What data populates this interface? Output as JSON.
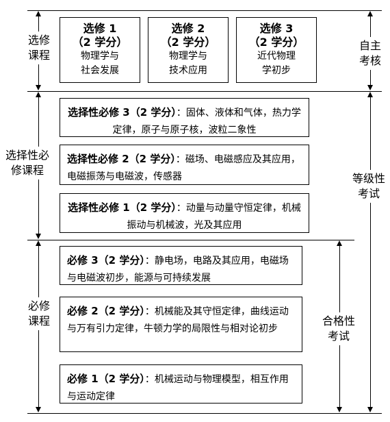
{
  "sections": {
    "elective": "选修\n课程",
    "selective_required": "选择性必\n修课程",
    "required": "必修\n课程"
  },
  "assessments": {
    "self": "自主\n考核",
    "graded": "等级性\n考试",
    "pass": "合格性\n考试"
  },
  "elective_boxes": [
    {
      "title": "选修 1",
      "credit": "（2 学分）",
      "l1": "物理学与",
      "l2": "社会发展"
    },
    {
      "title": "选修 2",
      "credit": "（2 学分）",
      "l1": "物理学与",
      "l2": "技术应用"
    },
    {
      "title": "选修 3",
      "credit": "（2 学分）",
      "l1": "近代物理",
      "l2": "学初步"
    }
  ],
  "selective_boxes": [
    {
      "title": "选择性必修 3（2 学分）",
      "content": "：固体、液体和气体，热力学定律，原子与原子核，波粒二象性"
    },
    {
      "title": "选择性必修 2（2 学分）",
      "content": "：磁场、电磁感应及其应用，电磁振荡与电磁波，传感器"
    },
    {
      "title": "选择性必修 1（2 学分）",
      "content": "：动量与动量守恒定律，机械振动与机械波，光及其应用"
    }
  ],
  "required_boxes": [
    {
      "title": "必修 3（2 学分）",
      "content": "：静电场，电路及其应用，电磁场与电磁波初步，能源与可持续发展"
    },
    {
      "title": "必修 2（2 学分）",
      "content": "：机械能及其守恒定律，曲线运动与万有引力定律，牛顿力学的局限性与相对论初步"
    },
    {
      "title": "必修 1（2 学分）",
      "content": "：机械运动与物理模型，相互作用与运动定律"
    }
  ]
}
